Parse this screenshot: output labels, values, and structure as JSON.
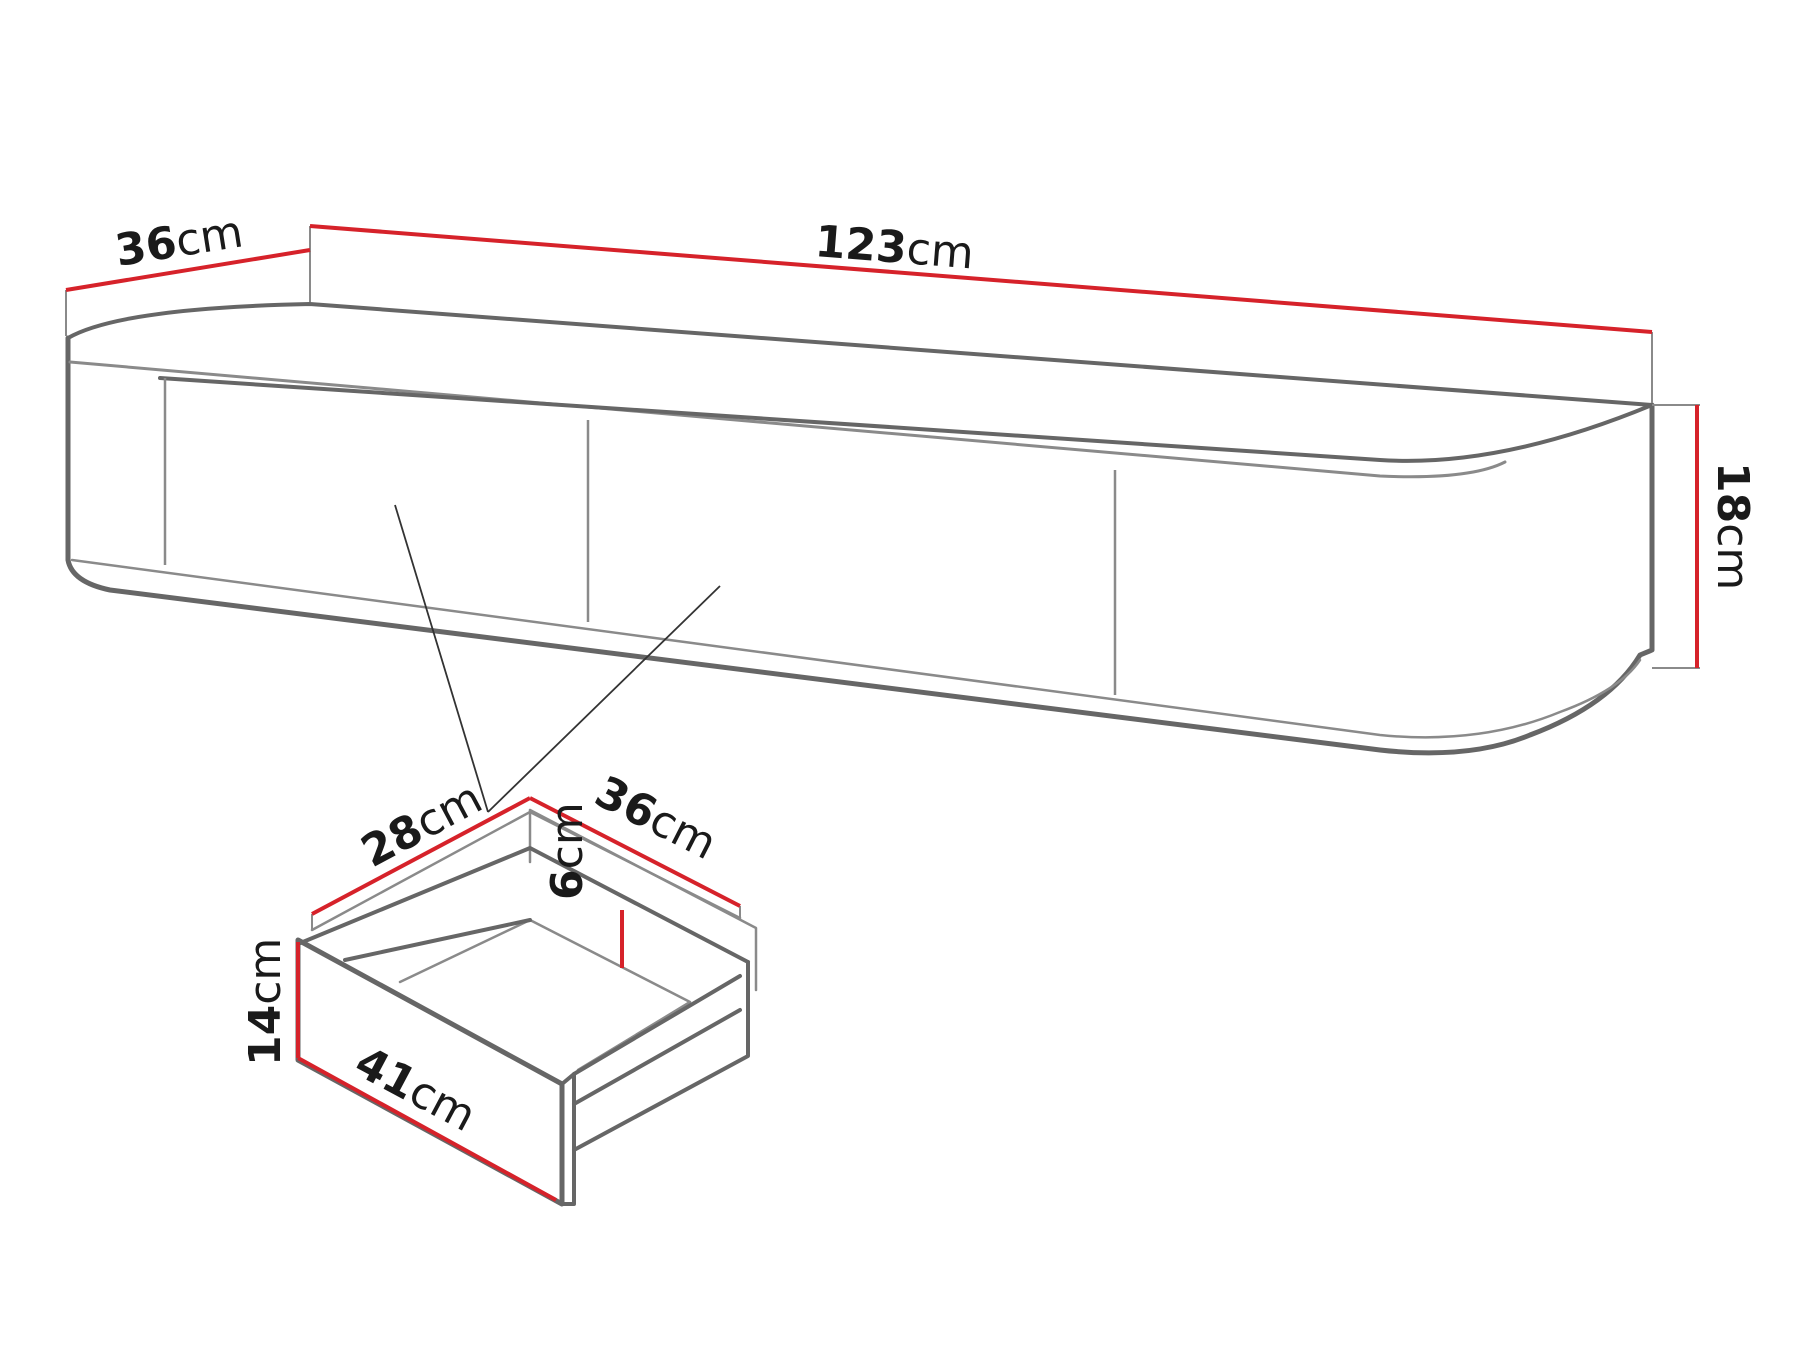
{
  "colors": {
    "dimension_line": "#d6222a",
    "outline": "#666666",
    "thin_line": "#8a8a8a",
    "leader_line": "#333333",
    "text": "#1a1a1a"
  },
  "cabinet": {
    "dimensions": {
      "width": {
        "value": "123",
        "unit": "cm"
      },
      "depth": {
        "value": "36",
        "unit": "cm"
      },
      "height": {
        "value": "18",
        "unit": "cm"
      }
    }
  },
  "drawer": {
    "dimensions": {
      "inner_width": {
        "value": "28",
        "unit": "cm"
      },
      "depth": {
        "value": "36",
        "unit": "cm"
      },
      "inner_height": {
        "value": "6",
        "unit": "cm"
      },
      "front_height": {
        "value": "14",
        "unit": "cm"
      },
      "front_width": {
        "value": "41",
        "unit": "cm"
      }
    }
  }
}
